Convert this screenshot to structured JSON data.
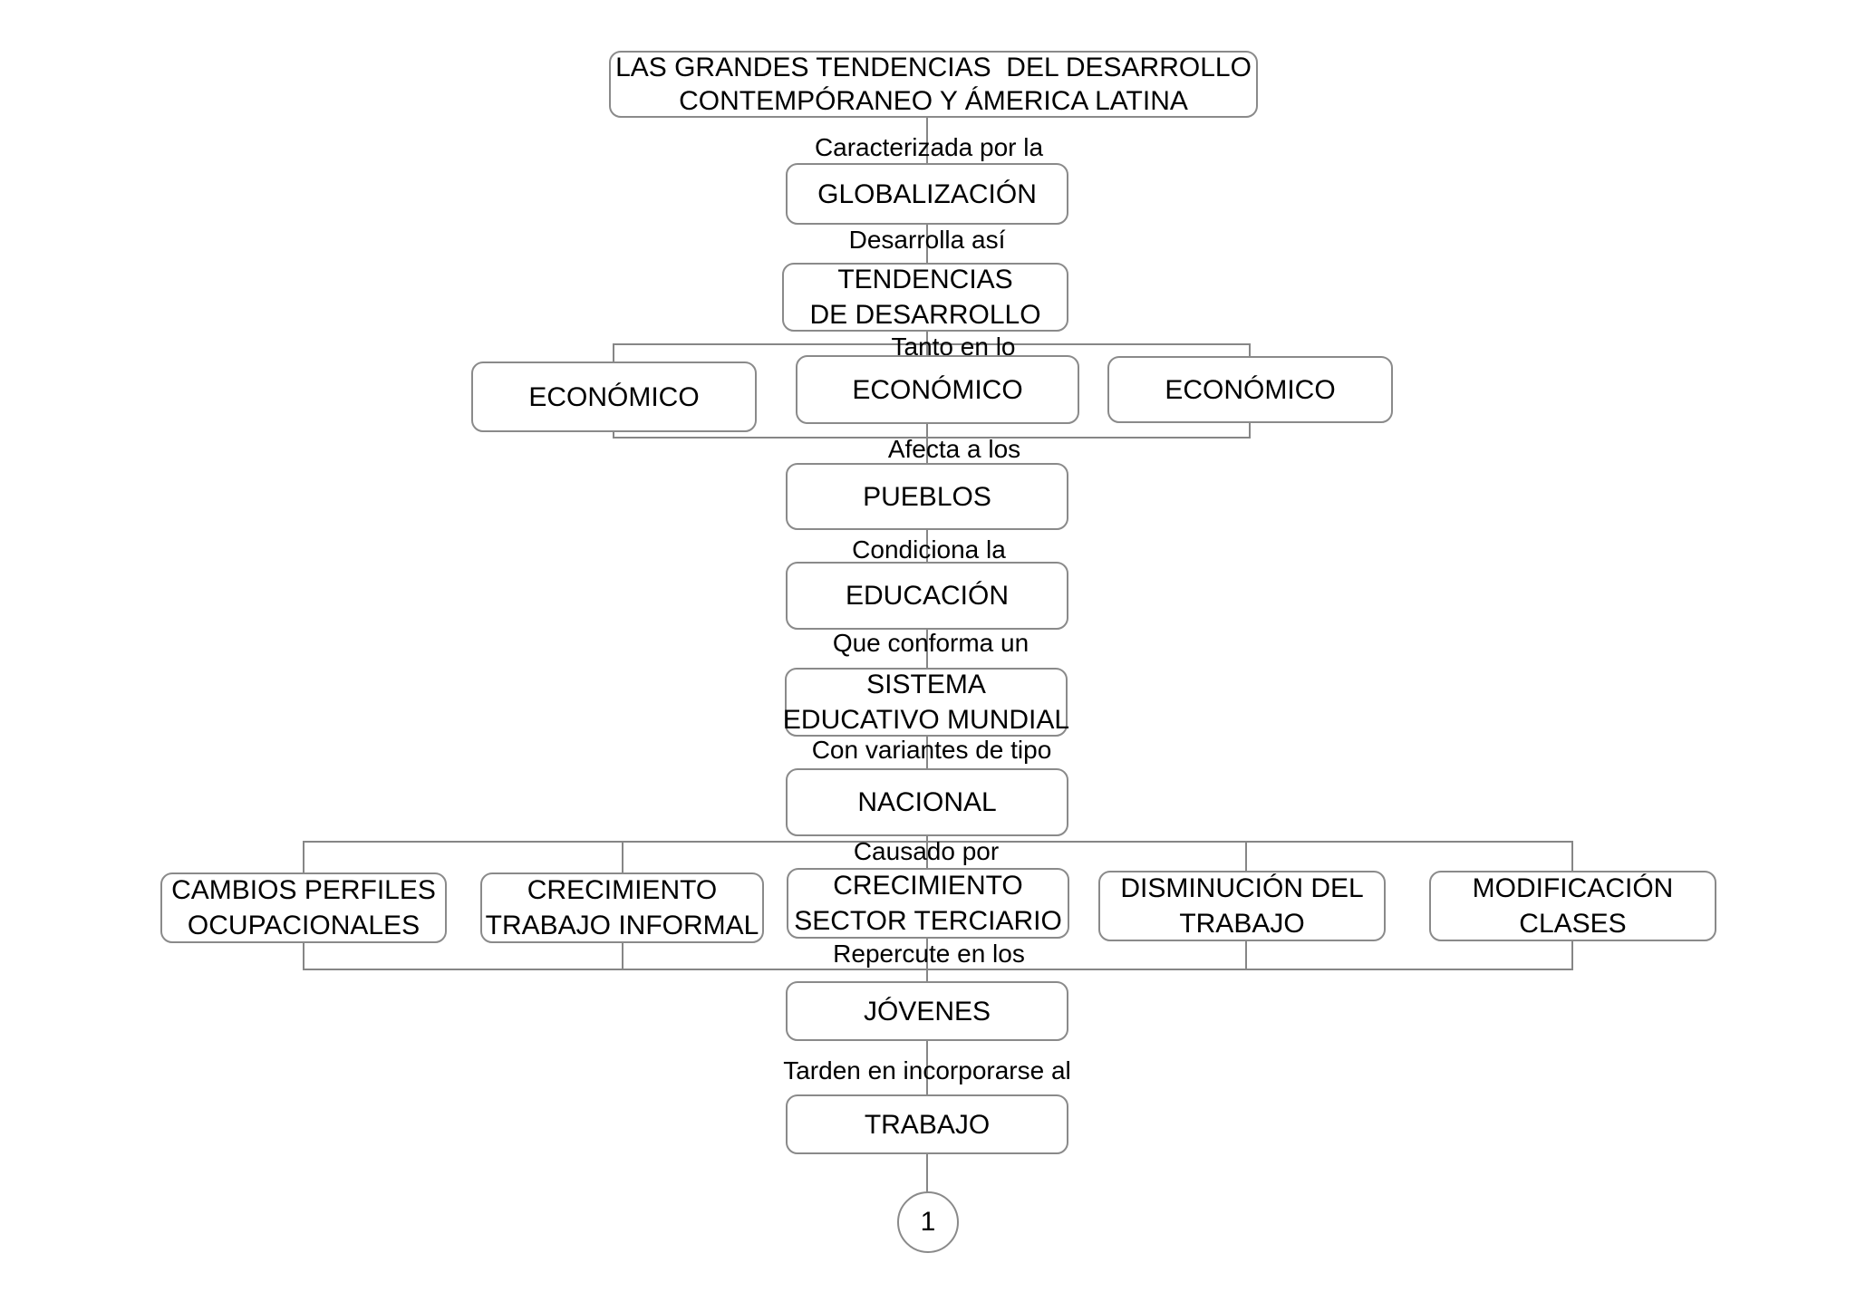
{
  "page": {
    "background": "#ffffff",
    "box_border_color": "#8a8a8a",
    "connector_color": "#868686",
    "text_color": "#000000",
    "page_number": "1"
  },
  "nodes": {
    "title": {
      "line1": "LAS GRANDES TENDENCIAS  DEL DESARROLLO",
      "line2": "CONTEMPÓRANEO Y ÁMERICA LATINA"
    },
    "globalizacion": {
      "line1": "GLOBALIZACIÓN"
    },
    "tendencias": {
      "line1": "TENDENCIAS",
      "line2": "DE DESARROLLO"
    },
    "economico_izquierda": {
      "line1": "ECONÓMICO"
    },
    "economico_centro": {
      "line1": "ECONÓMICO"
    },
    "economico_derecha": {
      "line1": "ECONÓMICO"
    },
    "pueblos": {
      "line1": "PUEBLOS"
    },
    "educacion": {
      "line1": "EDUCACIÓN"
    },
    "sistema": {
      "line1": "SISTEMA",
      "line2": "EDUCATIVO MUNDIAL"
    },
    "nacional": {
      "line1": "NACIONAL"
    },
    "cambios_perfiles": {
      "line1": "CAMBIOS PERFILES",
      "line2": "OCUPACIONALES"
    },
    "crecimiento_informal": {
      "line1": "CRECIMIENTO",
      "line2": "TRABAJO INFORMAL"
    },
    "crecimiento_terciario": {
      "line1": "CRECIMIENTO",
      "line2": "SECTOR TERCIARIO"
    },
    "disminucion_trabajo": {
      "line1": "DISMINUCIÓN DEL",
      "line2": "TRABAJO"
    },
    "modificacion_clases": {
      "line1": "MODIFICACIÓN",
      "line2": "CLASES"
    },
    "jovenes": {
      "line1": "JÓVENES"
    },
    "trabajo": {
      "line1": "TRABAJO"
    }
  },
  "edge_labels": {
    "caracterizada": "Caracterizada por la",
    "desarrolla": "Desarrolla así",
    "tanto": "Tanto en lo",
    "afecta": "Afecta a los",
    "condiciona": "Condiciona la",
    "que_conforma": "Que conforma un",
    "con_variantes": "Con variantes de tipo",
    "causado": "Causado por",
    "repercute": "Repercute en los",
    "tarden": "Tarden en incorporarse al"
  }
}
